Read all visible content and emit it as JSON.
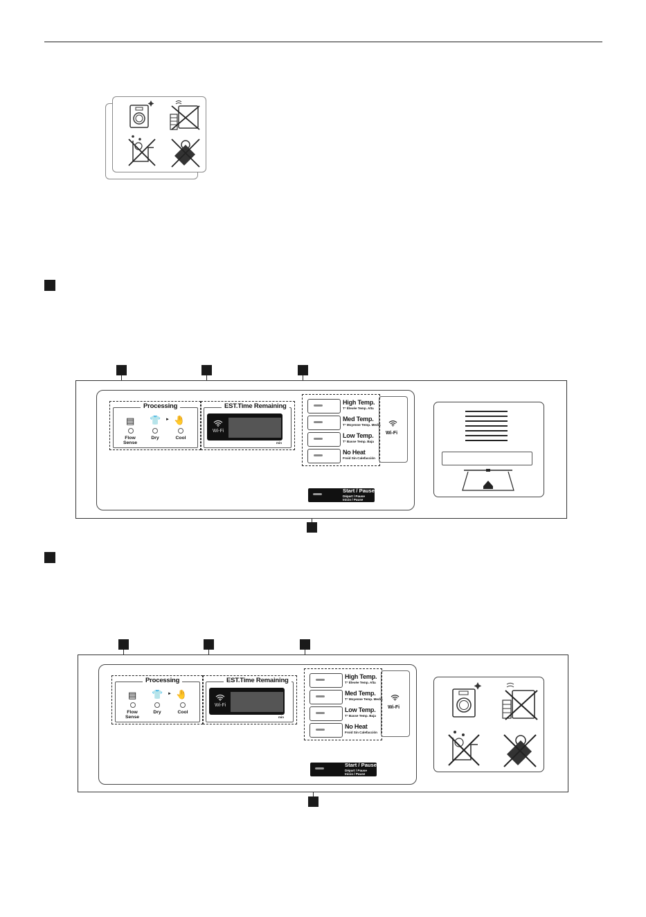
{
  "top_icons": {
    "icons": [
      "dryer-icon",
      "no-rack-dry-icon",
      "no-water-icon",
      "no-iron-icon"
    ]
  },
  "panel_a": {
    "processing": {
      "title": "Processing",
      "items": [
        {
          "icon": "flow-sense-icon",
          "label": "Flow Sense"
        },
        {
          "icon": "dry-icon",
          "label": "Dry"
        },
        {
          "icon": "cool-icon",
          "label": "Cool"
        }
      ],
      "arrow": "►"
    },
    "est_time": {
      "title": "EST.Time Remaining",
      "wifi": "Wi-Fi",
      "unit": "min"
    },
    "temps": [
      {
        "main": "High Temp.",
        "sub": "T° Élevée  Temp. Alta"
      },
      {
        "main": "Med Temp.",
        "sub": "T° Moyenne  Temp. Media"
      },
      {
        "main": "Low Temp.",
        "sub": "T° Basse  Temp. Baja"
      },
      {
        "main": "No Heat",
        "sub": "Froid  Sin Calefacción"
      }
    ],
    "wifi_label": "Wi-Fi",
    "start_pause": {
      "main": "Start / Pause",
      "sub1": "Départ / Pause",
      "sub2": "Inicio / Pause"
    }
  },
  "panel_b": {
    "processing": {
      "title": "Processing",
      "items": [
        {
          "icon": "flow-sense-icon",
          "label": "Flow Sense"
        },
        {
          "icon": "dry-icon",
          "label": "Dry"
        },
        {
          "icon": "cool-icon",
          "label": "Cool"
        }
      ],
      "arrow": "►"
    },
    "est_time": {
      "title": "EST.Time Remaining",
      "wifi": "Wi-Fi",
      "unit": "min"
    },
    "temps": [
      {
        "main": "High Temp.",
        "sub": "T° Élevée  Temp. Alta"
      },
      {
        "main": "Med Temp.",
        "sub": "T° Moyenne  Temp. Media"
      },
      {
        "main": "Low Temp.",
        "sub": "T° Basse  Temp. Baja"
      },
      {
        "main": "No Heat",
        "sub": "Froid  Sin Calefacción"
      }
    ],
    "wifi_label": "Wi-Fi",
    "start_pause": {
      "main": "Start / Pause",
      "sub1": "Départ / Pause",
      "sub2": "Inicio / Pause"
    }
  }
}
